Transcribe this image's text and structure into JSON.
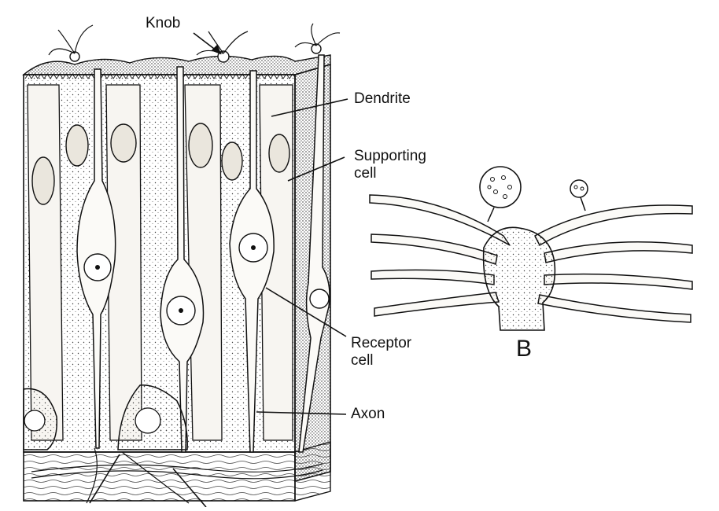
{
  "labels": {
    "knob": "Knob",
    "dendrite": "Dendrite",
    "supporting_cell": "Supporting cell",
    "receptor_cell": "Receptor cell",
    "axon": "Axon",
    "panel_b": "B"
  },
  "colors": {
    "ink": "#111111",
    "cell_fill": "#f7f5f1",
    "stipple": "#333333"
  }
}
